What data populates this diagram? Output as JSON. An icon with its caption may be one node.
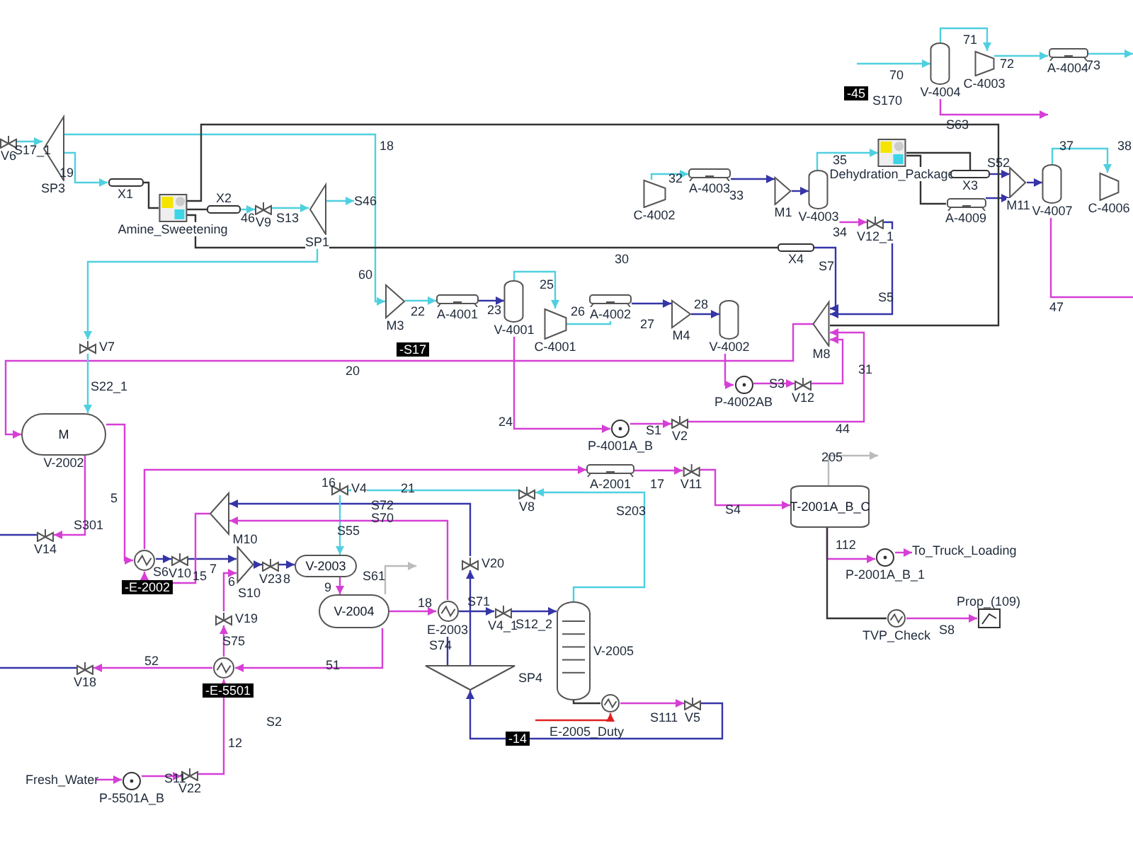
{
  "diagram": {
    "nodes": [
      {
        "text": [
          "V6"
        ]
      },
      {
        "text": [
          "SP3"
        ]
      },
      {
        "text": [
          "X1"
        ]
      },
      {
        "text": [
          "Amine_Sweetening"
        ]
      },
      {
        "text": [
          "X2"
        ]
      },
      {
        "text": [
          "V9"
        ]
      },
      {
        "text": [
          "SP1"
        ]
      },
      {
        "text": [
          "M3"
        ]
      },
      {
        "text": [
          "A-4001"
        ]
      },
      {
        "text": [
          "V-4001"
        ]
      },
      {
        "text": [
          "C-4001"
        ]
      },
      {
        "text": [
          "A-4002"
        ]
      },
      {
        "text": [
          "M4"
        ]
      },
      {
        "text": [
          "V-4002"
        ]
      },
      {
        "text": [
          "P-4002AB"
        ]
      },
      {
        "text": [
          "V12"
        ]
      },
      {
        "text": [
          "M8"
        ]
      },
      {
        "text": [
          "C-4002"
        ]
      },
      {
        "text": [
          "A-4003"
        ]
      },
      {
        "text": [
          "M1"
        ]
      },
      {
        "text": [
          "V-4003"
        ]
      },
      {
        "text": [
          "V12_1"
        ]
      },
      {
        "text": [
          "X4"
        ]
      },
      {
        "text": [
          "Dehydration_Package"
        ]
      },
      {
        "text": [
          "X3"
        ]
      },
      {
        "text": [
          "A-4009"
        ]
      },
      {
        "text": [
          "M11"
        ]
      },
      {
        "text": [
          "V-4007"
        ]
      },
      {
        "text": [
          "C-4006"
        ]
      },
      {
        "text": [
          "V-4004"
        ]
      },
      {
        "text": [
          "C-4003"
        ]
      },
      {
        "text": [
          "A-4004"
        ]
      },
      {
        "text": [
          "M",
          "V-2002"
        ]
      },
      {
        "text": [
          "V7"
        ]
      },
      {
        "text": [
          "V14"
        ]
      },
      {
        "text": [],
        "shape": "circle"
      },
      {
        "text": [
          "V10"
        ]
      },
      {
        "text": [],
        "shape": "triangle"
      },
      {
        "text": [
          "M10"
        ]
      },
      {
        "text": [
          "V23"
        ]
      },
      {
        "text": [
          "V-2003"
        ]
      },
      {
        "text": [
          "V19"
        ]
      },
      {
        "text": [],
        "shape": "circle"
      },
      {
        "text": [
          "V18"
        ]
      },
      {
        "text": [
          "P-5501A_B"
        ]
      },
      {
        "text": [
          "V22"
        ]
      },
      {
        "text": [
          "V-2004"
        ]
      },
      {
        "text": [
          "V4"
        ]
      },
      {
        "text": [
          "V20"
        ]
      },
      {
        "text": [
          "E-2003"
        ]
      },
      {
        "text": [
          "V4_1"
        ]
      },
      {
        "text": [
          "SP4"
        ]
      },
      {
        "text": [
          "V-2005"
        ]
      },
      {
        "text": [],
        "shape": "circle"
      },
      {
        "text": [
          "V5"
        ]
      },
      {
        "text": [
          "V8"
        ]
      },
      {
        "text": [
          "A-2001"
        ]
      },
      {
        "text": [
          "V11"
        ]
      },
      {
        "text": [
          "P-4001A_B"
        ]
      },
      {
        "text": [
          "V2"
        ]
      },
      {
        "text": [
          "T-2001A_B_C"
        ]
      },
      {
        "text": [
          "P-2001A_B_1"
        ]
      },
      {
        "text": [
          "TVP_Check"
        ]
      },
      {
        "text": [
          "Prop_(109)"
        ]
      },
      {
        "text": [
          "S46"
        ]
      },
      {
        "text": [
          "Fresh_Water"
        ]
      },
      {
        "text": [
          "To_Truck_Loading"
        ]
      }
    ],
    "edges": [
      {
        "from": 0,
        "to": 1,
        "arrow": "to",
        "color": "#4fd0e0"
      },
      {
        "from": 1,
        "to": 2,
        "arrow": "to",
        "color": "#4fd0e0"
      },
      {
        "from": 2,
        "to": 3,
        "arrow": "none",
        "color": "#333333"
      },
      {
        "from": 3,
        "to": 4,
        "arrow": "none",
        "color": "#333333"
      },
      {
        "from": 4,
        "to": 5,
        "arrow": "to",
        "color": "#4fd0e0"
      },
      {
        "from": 5,
        "to": 6,
        "arrow": "to",
        "color": "#4fd0e0"
      },
      {
        "from": 6,
        "to": 64,
        "arrow": "to",
        "color": "#4fd0e0"
      },
      {
        "from": 7,
        "to": 8,
        "arrow": "to",
        "color": "#4fd0e0"
      },
      {
        "from": 8,
        "to": 9,
        "arrow": "to",
        "color": "#3535a8"
      },
      {
        "from": 9,
        "to": 10,
        "arrow": "to",
        "color": "#4fd0e0"
      },
      {
        "from": 10,
        "to": 11,
        "arrow": "to",
        "color": "#4fd0e0"
      },
      {
        "from": 11,
        "to": 12,
        "arrow": "to",
        "color": "#3535a8"
      },
      {
        "from": 12,
        "to": 13,
        "arrow": "to",
        "color": "#3535a8"
      },
      {
        "from": 13,
        "to": 14,
        "arrow": "to"
      },
      {
        "from": 14,
        "to": 15,
        "arrow": "to"
      },
      {
        "from": 15,
        "to": 16,
        "arrow": "to"
      },
      {
        "from": 17,
        "to": 18,
        "arrow": "to",
        "color": "#4fd0e0"
      },
      {
        "from": 18,
        "to": 19,
        "arrow": "to",
        "color": "#3535a8"
      },
      {
        "from": 19,
        "to": 20,
        "arrow": "to",
        "color": "#3535a8"
      },
      {
        "from": 20,
        "to": 23,
        "arrow": "to",
        "color": "#4fd0e0"
      },
      {
        "from": 20,
        "to": 21,
        "arrow": "to"
      },
      {
        "from": 21,
        "to": 16,
        "arrow": "to",
        "color": "#3535a8"
      },
      {
        "from": 22,
        "to": 16,
        "arrow": "to",
        "color": "#3535a8"
      },
      {
        "from": 23,
        "to": 24,
        "arrow": "none",
        "color": "#333333"
      },
      {
        "from": 23,
        "to": 25,
        "arrow": "none",
        "color": "#333333"
      },
      {
        "from": 24,
        "to": 26,
        "arrow": "to",
        "color": "#3535a8"
      },
      {
        "from": 25,
        "to": 26,
        "arrow": "to",
        "color": "#3535a8"
      },
      {
        "from": 26,
        "to": 27,
        "arrow": "to",
        "color": "#3535a8"
      },
      {
        "from": 27,
        "to": 28,
        "arrow": "to",
        "color": "#4fd0e0"
      },
      {
        "from": 29,
        "to": 30,
        "arrow": "to",
        "color": "#4fd0e0"
      },
      {
        "from": 30,
        "to": 31,
        "arrow": "to",
        "color": "#4fd0e0"
      },
      {
        "from": 31,
        "to": null,
        "arrow": "to",
        "color": "#4fd0e0"
      },
      {
        "from": null,
        "to": 29,
        "arrow": "to",
        "color": "#4fd0e0"
      },
      {
        "from": 29,
        "to": null,
        "arrow": "to"
      },
      {
        "from": 9,
        "to": 58,
        "arrow": "to"
      },
      {
        "from": 58,
        "to": 59,
        "arrow": "to"
      },
      {
        "from": 59,
        "to": 16,
        "arrow": "to"
      },
      {
        "from": 16,
        "to": 32,
        "arrow": "to"
      },
      {
        "from": 33,
        "to": 32,
        "arrow": "to",
        "color": "#4fd0e0"
      },
      {
        "from": 1,
        "to": 7,
        "arrow": "to",
        "color": "#4fd0e0"
      },
      {
        "from": 6,
        "to": 33,
        "arrow": "to",
        "color": "#4fd0e0"
      },
      {
        "from": 32,
        "to": 35,
        "arrow": "to"
      },
      {
        "from": 32,
        "to": 34,
        "arrow": "to"
      },
      {
        "from": 34,
        "to": null,
        "arrow": "none",
        "color": "#3535a8"
      },
      {
        "from": 35,
        "to": 36,
        "arrow": "to",
        "color": "#3535a8"
      },
      {
        "from": 36,
        "to": 38,
        "arrow": "to",
        "color": "#3535a8"
      },
      {
        "from": 38,
        "to": 39,
        "arrow": "to",
        "color": "#3535a8"
      },
      {
        "from": 39,
        "to": 40,
        "arrow": "to",
        "color": "#3535a8"
      },
      {
        "from": 40,
        "to": 46,
        "arrow": "to"
      },
      {
        "from": 41,
        "to": 38,
        "arrow": "to"
      },
      {
        "from": 42,
        "to": 41,
        "arrow": "to"
      },
      {
        "from": 46,
        "to": 42,
        "arrow": "to"
      },
      {
        "from": 42,
        "to": 43,
        "arrow": "to"
      },
      {
        "from": 43,
        "to": null,
        "arrow": "none",
        "color": "#3535a8"
      },
      {
        "from": 44,
        "to": 45,
        "arrow": "to"
      },
      {
        "from": 45,
        "to": 42,
        "arrow": "to"
      },
      {
        "from": 65,
        "to": 44,
        "arrow": "to"
      },
      {
        "from": 46,
        "to": 49,
        "arrow": "to"
      },
      {
        "from": 49,
        "to": 50,
        "arrow": "to",
        "color": "#3535a8"
      },
      {
        "from": 50,
        "to": 52,
        "arrow": "to",
        "color": "#3535a8"
      },
      {
        "from": 52,
        "to": 53,
        "arrow": "none",
        "color": "#333333"
      },
      {
        "from": 53,
        "to": 54,
        "arrow": "to"
      },
      {
        "from": 54,
        "to": 51,
        "arrow": "to",
        "color": "#3535a8"
      },
      {
        "from": 51,
        "to": 49,
        "arrow": "to",
        "color": "#3535a8"
      },
      {
        "from": 51,
        "to": 48,
        "arrow": "to",
        "color": "#3535a8"
      },
      {
        "from": 48,
        "to": 37,
        "arrow": "to",
        "color": "#3535a8"
      },
      {
        "from": null,
        "to": 53,
        "arrow": "to",
        "color": "#e02020"
      },
      {
        "from": 52,
        "to": 55,
        "arrow": "to",
        "color": "#4fd0e0"
      },
      {
        "from": 55,
        "to": 47,
        "arrow": "to",
        "color": "#4fd0e0"
      },
      {
        "from": 47,
        "to": 40,
        "arrow": "to",
        "color": "#4fd0e0"
      },
      {
        "from": 37,
        "to": 35,
        "arrow": "to"
      },
      {
        "from": 49,
        "to": 37,
        "arrow": "to"
      },
      {
        "from": 35,
        "to": 56,
        "arrow": "to"
      },
      {
        "from": 56,
        "to": 57,
        "arrow": "to"
      },
      {
        "from": 57,
        "to": 60,
        "arrow": "to"
      },
      {
        "from": 60,
        "to": 61,
        "arrow": "to"
      },
      {
        "from": 61,
        "to": 66,
        "arrow": "to"
      },
      {
        "from": 60,
        "to": 62,
        "arrow": "none",
        "color": "#333333"
      },
      {
        "from": 62,
        "to": 63,
        "arrow": "to"
      },
      {
        "from": 60,
        "to": null,
        "arrow": "to",
        "color": "#bbbbbb"
      },
      {
        "from": 46,
        "to": null,
        "arrow": "to",
        "color": "#bbbbbb"
      },
      {
        "from": 27,
        "to": null,
        "arrow": "none"
      },
      {
        "from": 3,
        "to": 22,
        "arrow": "none",
        "color": "#333333"
      },
      {
        "from": 3,
        "to": 16,
        "arrow": "none",
        "color": "#333333"
      }
    ],
    "labels": [
      "S17_1",
      "19",
      "18",
      "46",
      "S13",
      "60",
      "20",
      "S22_1",
      "-S17",
      "22",
      "23",
      "25",
      "26",
      "27",
      "28",
      "30",
      "32",
      "33",
      "35",
      "34",
      "S7",
      "S5",
      "31",
      "24",
      "S1",
      "S3",
      "44",
      "-45",
      "70",
      "71",
      "72",
      "73",
      "S170",
      "S63",
      "S52",
      "47",
      "37",
      "38",
      "5",
      "S301",
      "S6",
      "15",
      "7",
      "6",
      "S10",
      "8",
      "9",
      "16",
      "S72",
      "S70",
      "S55",
      "21",
      "S203",
      "17",
      "S4",
      "205",
      "S61",
      "18",
      "S71",
      "S74",
      "S12_2",
      "E-2005_Duty",
      "S111",
      "-14",
      "52",
      "51",
      "S75",
      "-E-2002",
      "-E-5501",
      "12",
      "S11",
      "S2",
      "112",
      "S8"
    ]
  }
}
